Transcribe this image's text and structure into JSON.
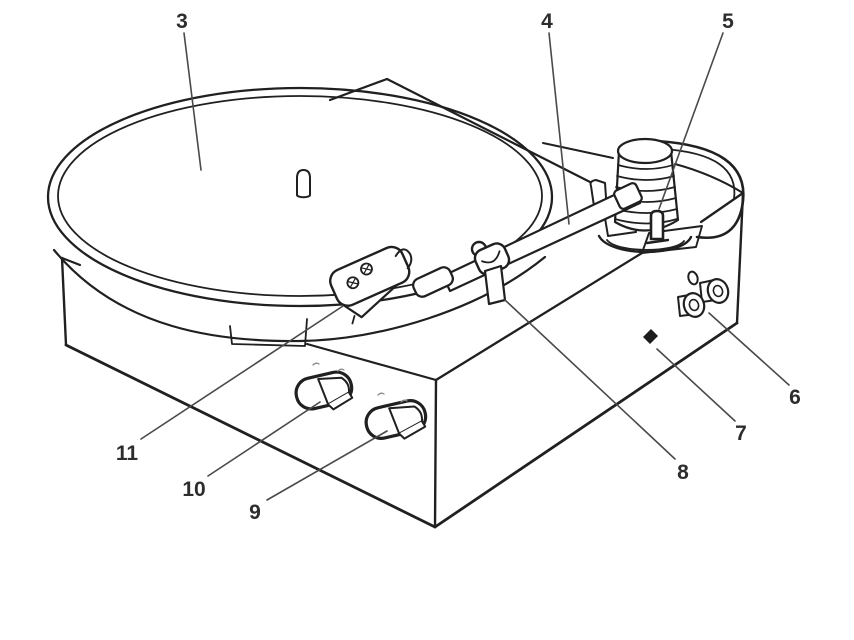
{
  "figure": {
    "subject": "turntable-parts-diagram",
    "style": "black line art on white scanned page",
    "background_color": "#ffffff",
    "line_color": "#202020",
    "callout_text_color": "#2d2d2d"
  },
  "callouts": [
    {
      "number": "3",
      "part": "platter"
    },
    {
      "number": "4",
      "part": "tonearm-tube"
    },
    {
      "number": "5",
      "part": "pin-at-tonearm-base"
    },
    {
      "number": "6",
      "part": "output-jacks"
    },
    {
      "number": "7",
      "part": "small-dark-panel-plate"
    },
    {
      "number": "8",
      "part": "tonearm-rest-clamp"
    },
    {
      "number": "9",
      "part": "front-panel-switch-right"
    },
    {
      "number": "10",
      "part": "front-panel-switch-left"
    },
    {
      "number": "11",
      "part": "headshell-cartridge"
    }
  ]
}
